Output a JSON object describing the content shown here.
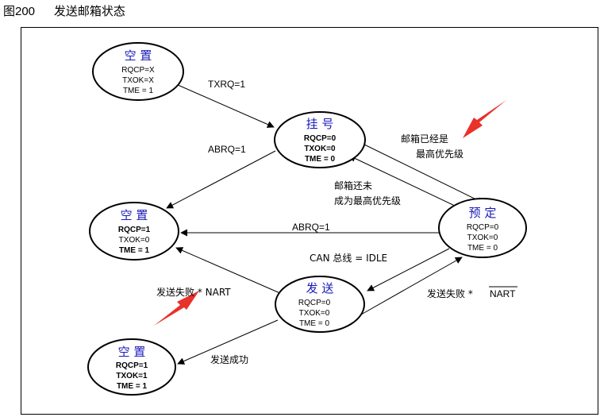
{
  "figure": {
    "number": "图200",
    "caption": "发送邮箱状态"
  },
  "states": {
    "empty1": {
      "name": "空 置",
      "r1": "RQCP=X",
      "r2": "TXOK=X",
      "r3": "TME = 1"
    },
    "pending": {
      "name": "挂 号",
      "r1": "RQCP=0",
      "r2": "TXOK=0",
      "r3": "TME = 0"
    },
    "empty2": {
      "name": "空 置",
      "r1": "RQCP=1",
      "r2": "TXOK=0",
      "r3": "TME = 1"
    },
    "scheduled": {
      "name": "预 定",
      "r1": "RQCP=0",
      "r2": "TXOK=0",
      "r3": "TME = 0"
    },
    "transmit": {
      "name": "发 送",
      "r1": "RQCP=0",
      "r2": "TXOK=0",
      "r3": "TME = 0"
    },
    "empty3": {
      "name": "空 置",
      "r1": "RQCP=1",
      "r2": "TXOK=1",
      "r3": "TME = 1"
    }
  },
  "transitions": {
    "txrq": "TXRQ=1",
    "abrq_left": "ABRQ=1",
    "highest_1": "邮箱已经是",
    "highest_2": "最高优先级",
    "not_highest_1": "邮箱还未",
    "not_highest_2": "成为最高优先级",
    "abrq_mid": "ABRQ=1",
    "can_idle": "CAN 总线 = IDLE",
    "fail_nart": "发送失败 * NART",
    "fail_not_nart_prefix": "发送失败 * ",
    "fail_not_nart_term": "NART",
    "success": "发送成功"
  },
  "colors": {
    "state_name": "#1a1ab8",
    "highlight_arrow": "#e8322a"
  }
}
